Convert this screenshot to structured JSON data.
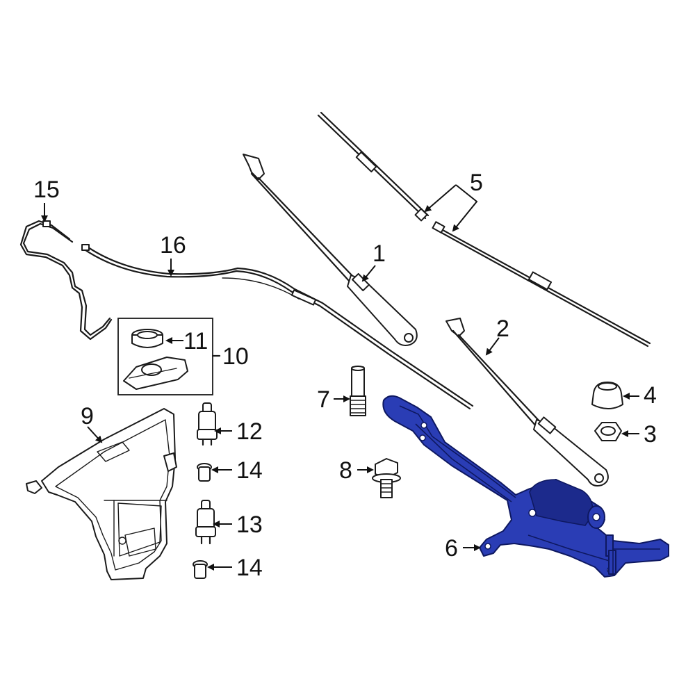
{
  "highlight_color": "#2a3db5",
  "callouts": {
    "c1": "1",
    "c2": "2",
    "c3": "3",
    "c4": "4",
    "c5": "5",
    "c6": "6",
    "c7": "7",
    "c8": "8",
    "c9": "9",
    "c10": "10",
    "c11": "11",
    "c12": "12",
    "c13": "13",
    "c14a": "14",
    "c14b": "14",
    "c15": "15",
    "c16": "16"
  }
}
